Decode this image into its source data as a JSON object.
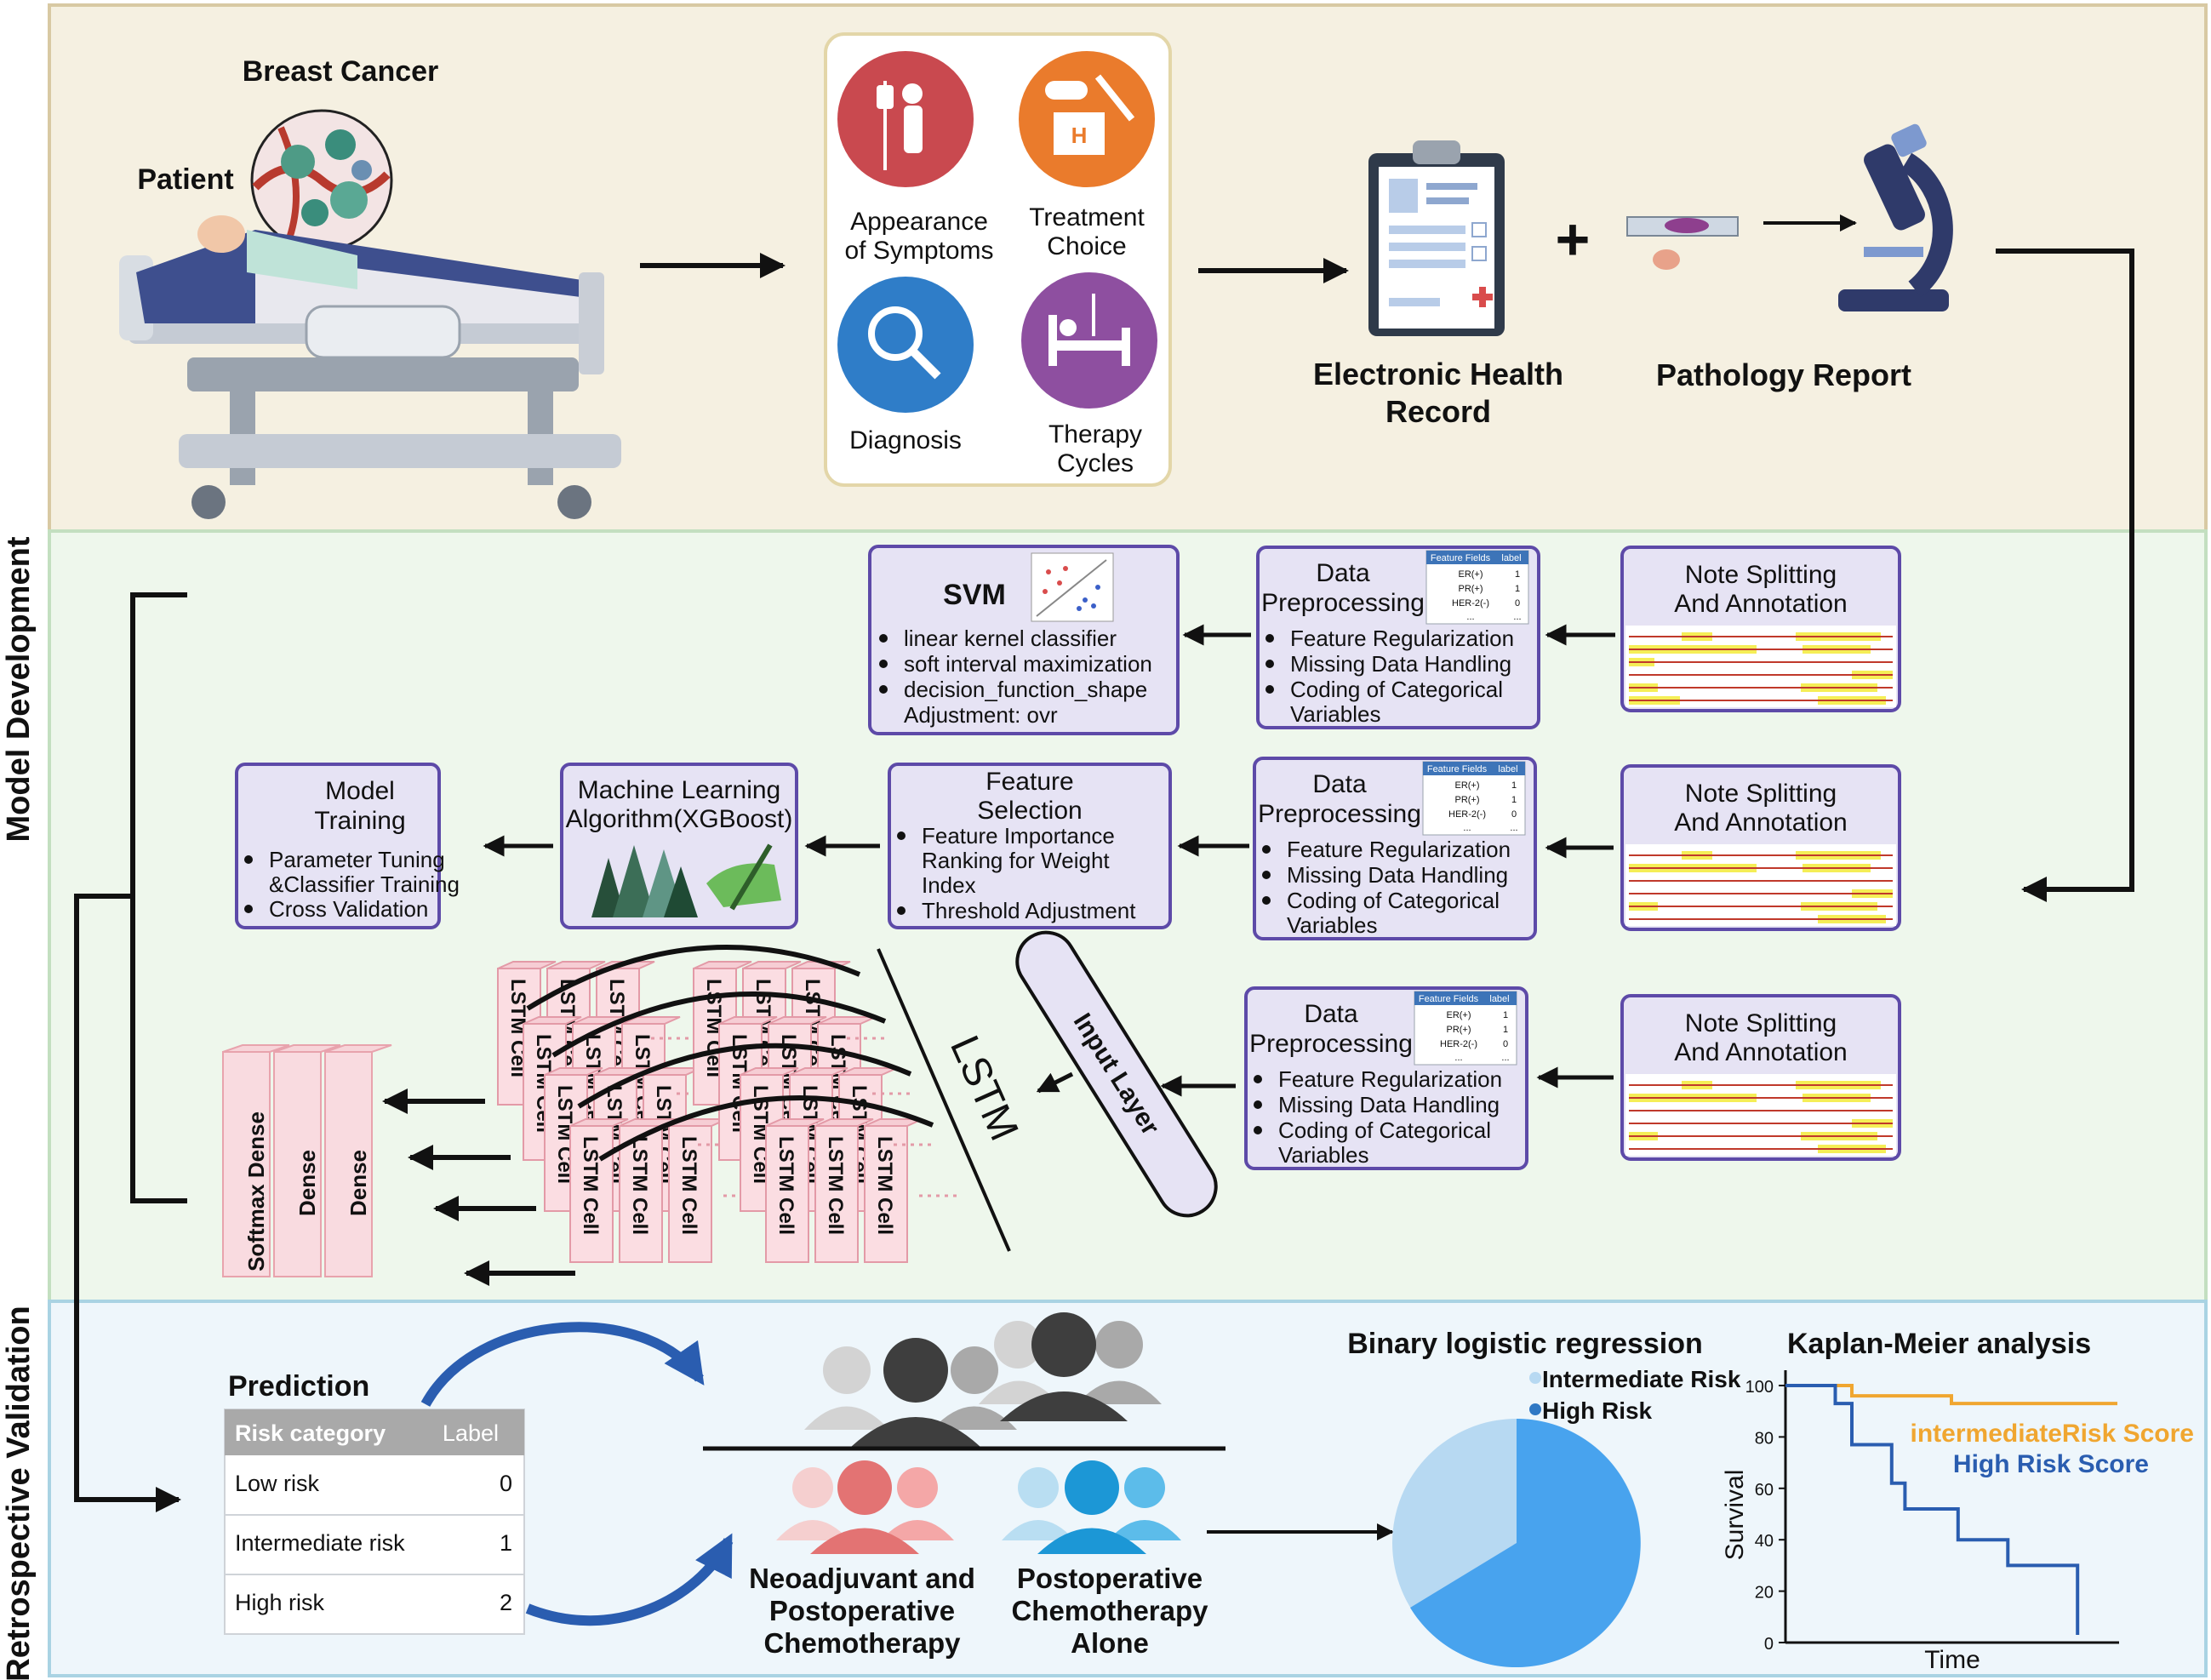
{
  "sections": {
    "model_development": "Model Development",
    "retrospective_validation": "Retrospective Validation"
  },
  "patient": {
    "title": "Breast Cancer",
    "label": "Patient"
  },
  "symptoms": [
    {
      "lines": [
        "Appearance",
        "of Symptoms"
      ],
      "icon": "iv-drip-person-icon",
      "color": "#c9494f"
    },
    {
      "lines": [
        "Treatment",
        "Choice"
      ],
      "icon": "hospital-pills-syringe-icon",
      "color": "#ea7b2c"
    },
    {
      "lines": [
        "Diagnosis"
      ],
      "icon": "magnifier-icon",
      "color": "#2f7dc8"
    },
    {
      "lines": [
        "Therapy",
        "Cycles"
      ],
      "icon": "hospital-bed-icon",
      "color": "#8e4fa0"
    }
  ],
  "ehr": {
    "lines": [
      "Electronic Health",
      "Record"
    ]
  },
  "plus": "+",
  "pathology": {
    "label": "Pathology Report"
  },
  "svm": {
    "title": "SVM",
    "bullets": [
      "linear kernel classifier",
      "soft interval maximization",
      "decision_function_shape"
    ],
    "extra": "Adjustment: ovr"
  },
  "data_pre": {
    "title_lines": [
      "Data",
      "Preprocessing"
    ],
    "bullets": [
      "Feature Regularization",
      "Missing Data Handling",
      "Coding of Categorical"
    ],
    "extra": "Variables",
    "mini_table": {
      "headers": [
        "Feature Fields",
        "label"
      ],
      "rows": [
        [
          "ER(+)",
          "1"
        ],
        [
          "PR(+)",
          "1"
        ],
        [
          "HER-2(-)",
          "0"
        ],
        [
          "...",
          "..."
        ]
      ]
    }
  },
  "note": {
    "title_lines": [
      "Note Splitting",
      "And Annotation"
    ]
  },
  "model_training": {
    "title_lines": [
      "Model",
      "Training"
    ],
    "bullets": [
      "Parameter Tuning",
      "Cross Validation"
    ],
    "bullet1_cont": "&Classifier Training"
  },
  "ml": {
    "title_lines": [
      "Machine Learning",
      "Algorithm(XGBoost)"
    ]
  },
  "feature_selection": {
    "title_lines": [
      "Feature",
      "Selection"
    ],
    "bullets": [
      "Feature Importance",
      "Threshold Adjustment"
    ],
    "bullet1_cont": [
      "Ranking for Weight",
      "Index"
    ]
  },
  "lstm": {
    "label": "LSTM",
    "input_layer": "Input Layer",
    "cell": "LSTM Cell",
    "dense": [
      "Softmax Dense",
      "Dense",
      "Dense"
    ]
  },
  "prediction": {
    "title": "Prediction",
    "headers": [
      "Risk category",
      "Label"
    ],
    "rows": [
      [
        "Low risk",
        "0"
      ],
      [
        "Intermediate risk",
        "1"
      ],
      [
        "High risk",
        "2"
      ]
    ]
  },
  "groups": {
    "neo": [
      "Neoadjuvant and",
      "Postoperative",
      "Chemotherapy"
    ],
    "post": [
      "Postoperative",
      "Chemotherapy",
      "Alone"
    ]
  },
  "logistic": {
    "title": "Binary logistic regression",
    "legend": [
      "Intermediate Risk",
      "High Risk"
    ],
    "colors": [
      "#b7d9f2",
      "#48a3ee"
    ]
  },
  "chart_data": {
    "type": "line",
    "title": "Kaplan-Meier analysis",
    "xlabel": "Time",
    "ylabel": "Survival",
    "yticks": [
      "0",
      "20",
      "40",
      "60",
      "80",
      "100"
    ],
    "ylim": [
      0,
      100
    ],
    "xlim": [
      0,
      10
    ],
    "series": [
      {
        "name": "intermediateRisk Score",
        "color": "#f0a630",
        "x": [
          0,
          2.0,
          2.0,
          5.0,
          5.0,
          10
        ],
        "y": [
          100,
          100,
          96,
          96,
          93,
          93
        ]
      },
      {
        "name": "High Risk Score",
        "color": "#2a5db0",
        "x": [
          0,
          1.5,
          1.5,
          2.0,
          2.0,
          3.2,
          3.2,
          3.6,
          3.6,
          5.2,
          5.2,
          6.7,
          6.7,
          8.8,
          8.8
        ],
        "y": [
          100,
          100,
          93,
          93,
          77,
          77,
          62,
          62,
          52,
          52,
          40,
          40,
          30,
          30,
          3
        ]
      }
    ]
  }
}
